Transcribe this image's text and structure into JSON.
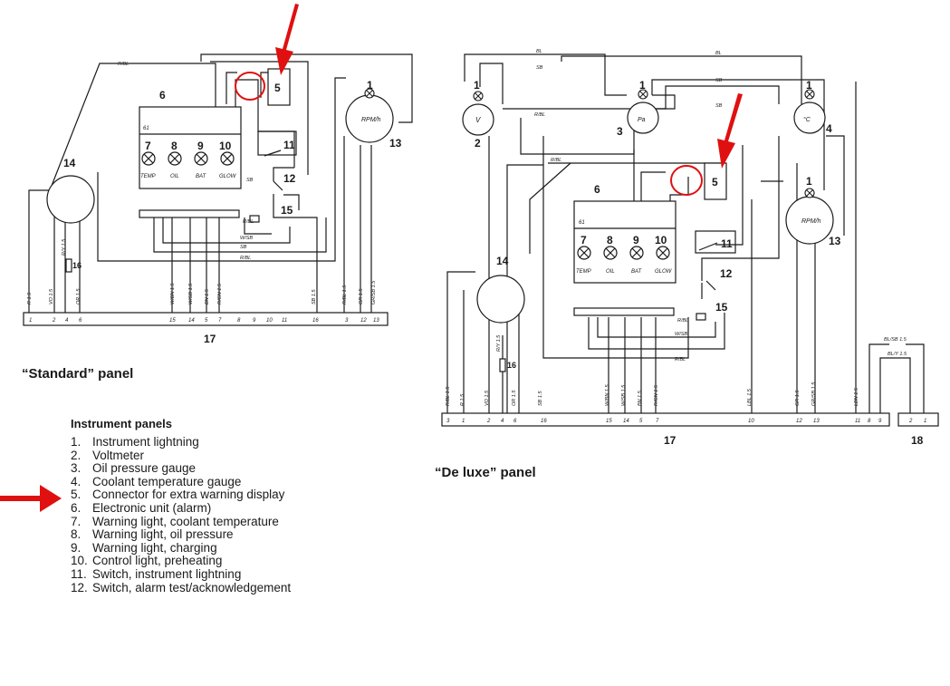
{
  "standard_panel": {
    "caption": "“Standard” panel",
    "component_numbers": [
      "1",
      "5",
      "6",
      "7",
      "8",
      "9",
      "10",
      "11",
      "12",
      "13",
      "14",
      "15",
      "16",
      "17"
    ],
    "warning_lights": [
      "TEMP",
      "OIL",
      "BAT",
      "GLOW"
    ],
    "unit_ref": "61",
    "tacho_label": "RPM/h",
    "terminal_numbers": [
      "1",
      "2",
      "4",
      "6",
      "15",
      "14",
      "5",
      "7",
      "8",
      "9",
      "10",
      "11",
      "16",
      "3",
      "12",
      "13"
    ],
    "wire_labels": [
      "R/BL",
      "SB",
      "R/BL",
      "W/SB",
      "SB",
      "R/BL",
      "R 1.5",
      "VO 1.5",
      "R/Y 1.5",
      "OR 1.5",
      "W/BN 1.5",
      "W/SB 1.5",
      "BN 1.5",
      "R/GN 1.5",
      "SB 1.5",
      "R/BL 1.5",
      "GR 1.5",
      "GR/SB 1.5"
    ]
  },
  "deluxe_panel": {
    "caption": "“De luxe” panel",
    "component_numbers": [
      "1",
      "1",
      "1",
      "1",
      "2",
      "3",
      "4",
      "5",
      "6",
      "7",
      "8",
      "9",
      "10",
      "11",
      "12",
      "13",
      "14",
      "15",
      "16",
      "17",
      "18"
    ],
    "warning_lights": [
      "TEMP",
      "OIL",
      "BAT",
      "GLOW"
    ],
    "unit_ref": "61",
    "gauge_labels": [
      "V",
      "Pa",
      "°C",
      "RPM/h"
    ],
    "terminal_numbers": [
      "3",
      "1",
      "2",
      "4",
      "6",
      "16",
      "15",
      "14",
      "5",
      "7",
      "10",
      "12",
      "13",
      "11",
      "8",
      "9"
    ],
    "connector18_terminals": [
      "2",
      "1"
    ],
    "wire_labels": [
      "BL",
      "SB",
      "BL",
      "SB",
      "SB",
      "R/BL",
      "R/BL",
      "R/BL",
      "W/SB",
      "R/BL",
      "R/BL 1.5",
      "R 1.5",
      "VO 1.5",
      "R/Y 1.5",
      "OR 1.5",
      "SB 1.5",
      "W/BN 1.5",
      "W/SB 1.5",
      "BN 1.5",
      "R/GN 1.5",
      "LBL 1.5",
      "GR 1.5",
      "GR/SB 1.5",
      "LBN 1.5",
      "BL/SB 1.5",
      "BL/Y 1.5"
    ]
  },
  "legend": {
    "title": "Instrument panels",
    "items": [
      {
        "num": "1.",
        "text": "Instrument lightning"
      },
      {
        "num": "2.",
        "text": "Voltmeter"
      },
      {
        "num": "3.",
        "text": "Oil pressure gauge"
      },
      {
        "num": "4.",
        "text": "Coolant temperature gauge"
      },
      {
        "num": "5.",
        "text": "Connector for extra warning display"
      },
      {
        "num": "6.",
        "text": "Electronic unit (alarm)"
      },
      {
        "num": "7.",
        "text": "Warning light, coolant temperature"
      },
      {
        "num": "8.",
        "text": "Warning light, oil pressure"
      },
      {
        "num": "9.",
        "text": "Warning light, charging"
      },
      {
        "num": "10.",
        "text": "Control light, preheating"
      },
      {
        "num": "11.",
        "text": "Switch, instrument lightning"
      },
      {
        "num": "12.",
        "text": "Switch, alarm test/acknowledgement"
      }
    ]
  },
  "colors": {
    "line": "#1a1a1a",
    "highlight_red": "#e01010"
  }
}
